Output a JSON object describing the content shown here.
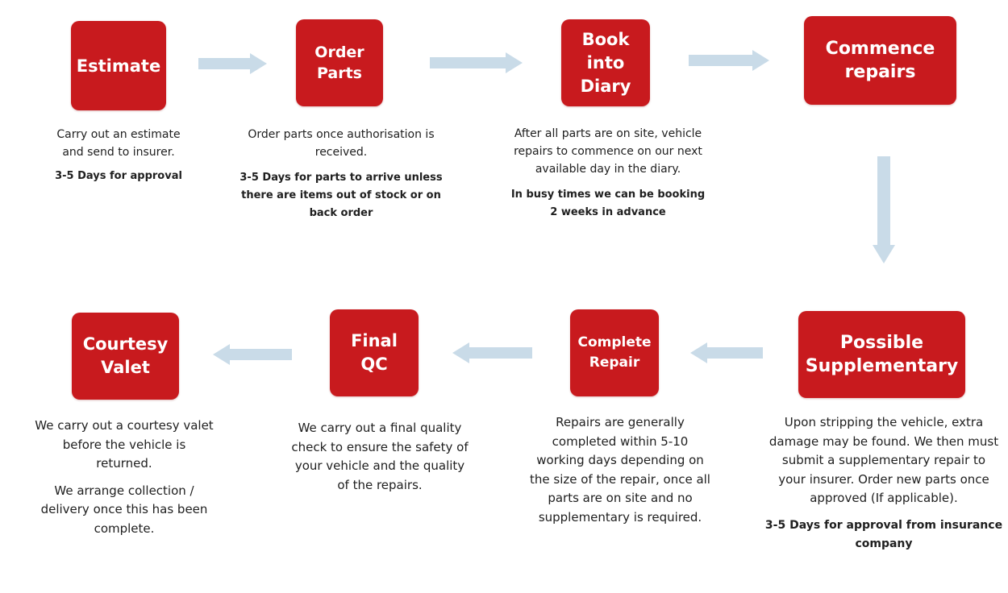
{
  "colors": {
    "box_fill": "#c81a1e",
    "box_text": "#ffffff",
    "arrow_fill": "#c9dbe8",
    "body_text": "#202020"
  },
  "steps": {
    "estimate": {
      "title": "Estimate",
      "lines": [
        "Carry out an estimate",
        "and send to insurer."
      ],
      "bold": [
        "3-5 Days for approval"
      ]
    },
    "order_parts": {
      "title": "Order\nParts",
      "lines": [
        "Order parts once authorisation is",
        "received."
      ],
      "bold": [
        "3-5 Days for parts to arrive unless",
        "there are items out of stock or on",
        "back order"
      ]
    },
    "book_into_diary": {
      "title": "Book\ninto\nDiary",
      "lines": [
        "After all parts are on site, vehicle",
        "repairs to commence on our next",
        "available day in the diary."
      ],
      "bold": [
        "In busy times we can be booking",
        "2 weeks in advance"
      ]
    },
    "commence_repairs": {
      "title": "Commence\nrepairs"
    },
    "possible_supplementary": {
      "title": "Possible\nSupplementary",
      "lines": [
        "Upon stripping the vehicle, extra",
        "damage may be found. We then must",
        "submit a supplementary repair to",
        "your insurer. Order new parts once",
        "approved (If applicable)."
      ],
      "bold": [
        "3-5 Days for approval from insurance",
        "company"
      ]
    },
    "complete_repair": {
      "title": "Complete\nRepair",
      "lines": [
        "Repairs are generally",
        "completed within 5-10",
        "working days depending on",
        "the size of the repair, once all",
        "parts are on site and no",
        "supplementary is required."
      ]
    },
    "final_qc": {
      "title": "Final\nQC",
      "lines": [
        "We carry out a final quality",
        "check to ensure the safety of",
        "your vehicle and the quality",
        "of the repairs."
      ]
    },
    "courtesy_valet": {
      "title": "Courtesy\nValet",
      "lines": [
        "We carry out a courtesy valet",
        "before the vehicle is",
        "returned."
      ],
      "lines2": [
        "We arrange collection /",
        "delivery once this has been",
        "complete."
      ]
    }
  }
}
